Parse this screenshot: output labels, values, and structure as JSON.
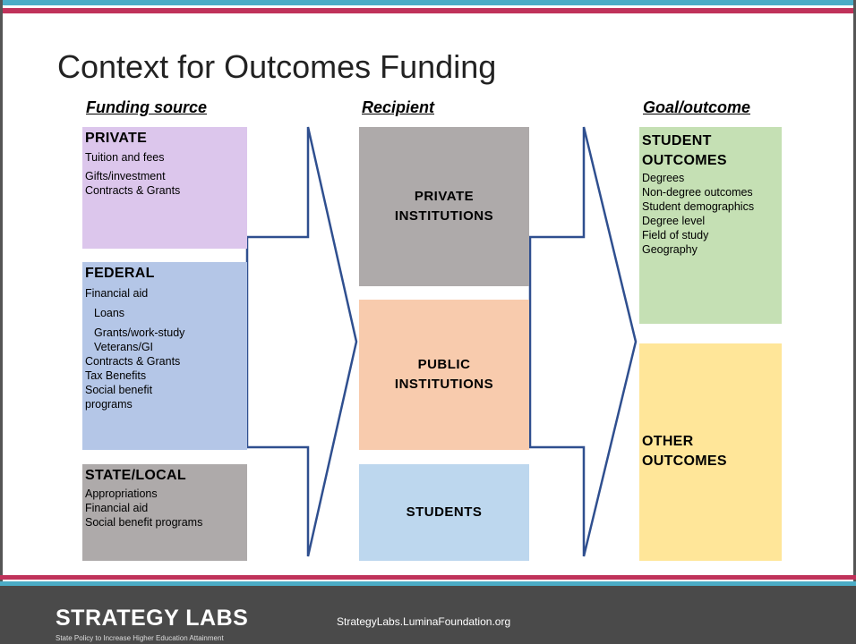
{
  "slide": {
    "title": "Context for Outcomes Funding"
  },
  "columns": {
    "source": "Funding source",
    "recipient": "Recipient",
    "goal": "Goal/outcome"
  },
  "funding_sources": [
    {
      "heading": "PRIVATE",
      "color": "#dcc6ec",
      "lines": [
        "Tuition and fees",
        "Gifts/investment",
        "Contracts & Grants"
      ]
    },
    {
      "heading": "FEDERAL",
      "color": "#b4c6e7",
      "lines": [
        "Financial aid",
        "Loans",
        "Grants/work-study",
        "Veterans/GI",
        "Contracts & Grants",
        "Tax Benefits",
        "Social benefit",
        "programs"
      ]
    },
    {
      "heading": "STATE/LOCAL",
      "color": "#aeaaaa",
      "lines": [
        "Appropriations",
        "Financial aid",
        "Social benefit programs"
      ]
    }
  ],
  "recipients": [
    {
      "line1": "PRIVATE",
      "line2": "INSTITUTIONS",
      "color": "#aeaaaa"
    },
    {
      "line1": "PUBLIC",
      "line2": "INSTITUTIONS",
      "color": "#f8cbad"
    },
    {
      "line1": "STUDENTS",
      "line2": "",
      "color": "#bdd7ee"
    }
  ],
  "outcomes": [
    {
      "heading1": "STUDENT",
      "heading2": "OUTCOMES",
      "color": "#c5e0b4",
      "lines": [
        "Degrees",
        "Non-degree outcomes",
        "Student demographics",
        "Degree level",
        "Field of study",
        "Geography"
      ]
    },
    {
      "heading1": "OTHER",
      "heading2": "OUTCOMES",
      "color": "#ffe699",
      "lines": []
    }
  ],
  "footer": {
    "brand": "STRATEGY LABS",
    "tagline": "State Policy to Increase Higher Education Attainment",
    "url": "StrategyLabs.LuminaFoundation.org"
  },
  "colors": {
    "teal": "#4bacc6",
    "crimson": "#c0325a",
    "arrow_stroke": "#2f4f8f",
    "footer_bg": "#4a4a4a"
  }
}
